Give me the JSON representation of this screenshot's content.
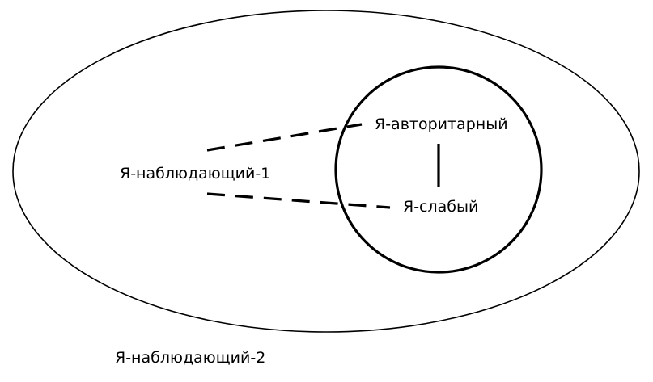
{
  "labels": {
    "observer_1": "Я-наблюдающий-1",
    "authoritarian": "Я-авторитарный",
    "weak": "Я-слабый",
    "observer_2": "Я-наблюдающий-2"
  },
  "colors": {
    "stroke": "#000000",
    "background": "#ffffff"
  }
}
